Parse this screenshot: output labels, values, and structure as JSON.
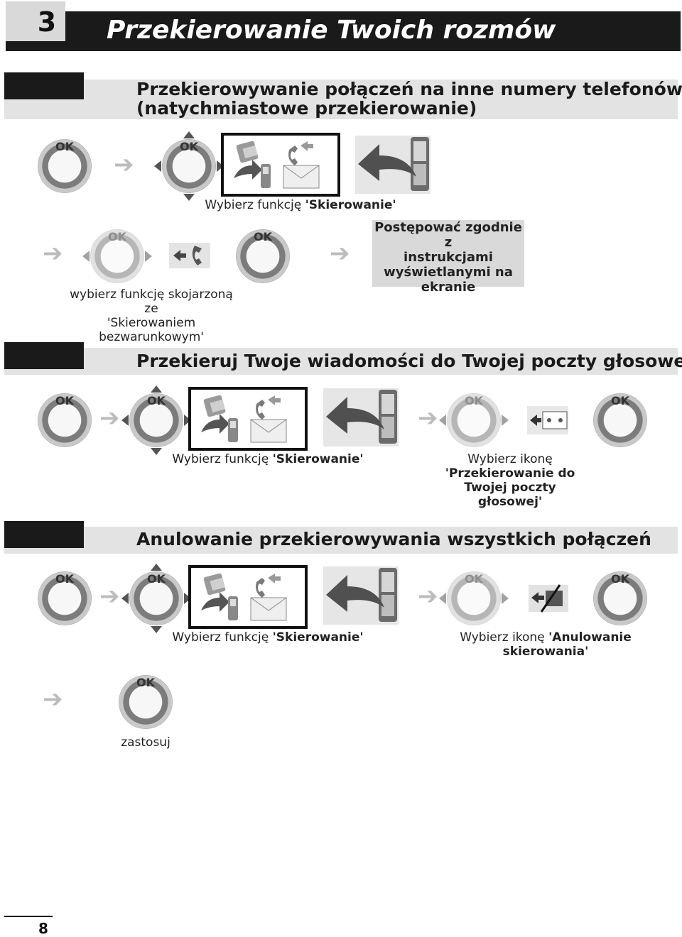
{
  "header": {
    "chapter_number": "3",
    "title": "Przekierowanie Twoich rozmów"
  },
  "ok_label": "OK",
  "arrow_glyph": "➔",
  "section1": {
    "title_line1": "Przekierowywanie połączeń na inne numery telefonów",
    "title_line2": "(natychmiastowe przekierowanie)",
    "caption_select": "Wybierz funkcję ",
    "caption_select_bold": "'Skierowanie'",
    "caption_assoc_line1": "wybierz funkcję skojarzoną ze",
    "caption_assoc_line2": "'Skierowaniem",
    "caption_assoc_line3": "bezwarunkowym'",
    "instructions_line1": "Postępować zgodnie z",
    "instructions_line2": "instrukcjami",
    "instructions_line3": "wyświetlanymi na",
    "instructions_line4": "ekranie"
  },
  "section2": {
    "title": "Przekieruj Twoje wiadomości do Twojej poczty głosowej",
    "caption_select": "Wybierz funkcję ",
    "caption_select_bold": "'Skierowanie'",
    "caption_icon_line1": "Wybierz ikonę",
    "caption_icon_line2": "'Przekierowanie do",
    "caption_icon_line3": "Twojej poczty",
    "caption_icon_line4": "głosowej'"
  },
  "section3": {
    "title": "Anulowanie przekierowywania wszystkich połączeń",
    "caption_select": "Wybierz funkcję ",
    "caption_select_bold": "'Skierowanie'",
    "caption_icon_prefix": "Wybierz ikonę ",
    "caption_icon_bold1": "'Anulowanie",
    "caption_icon_bold2": "skierowania'",
    "caption_apply": "zastosuj"
  },
  "footer": {
    "page_number": "8"
  }
}
